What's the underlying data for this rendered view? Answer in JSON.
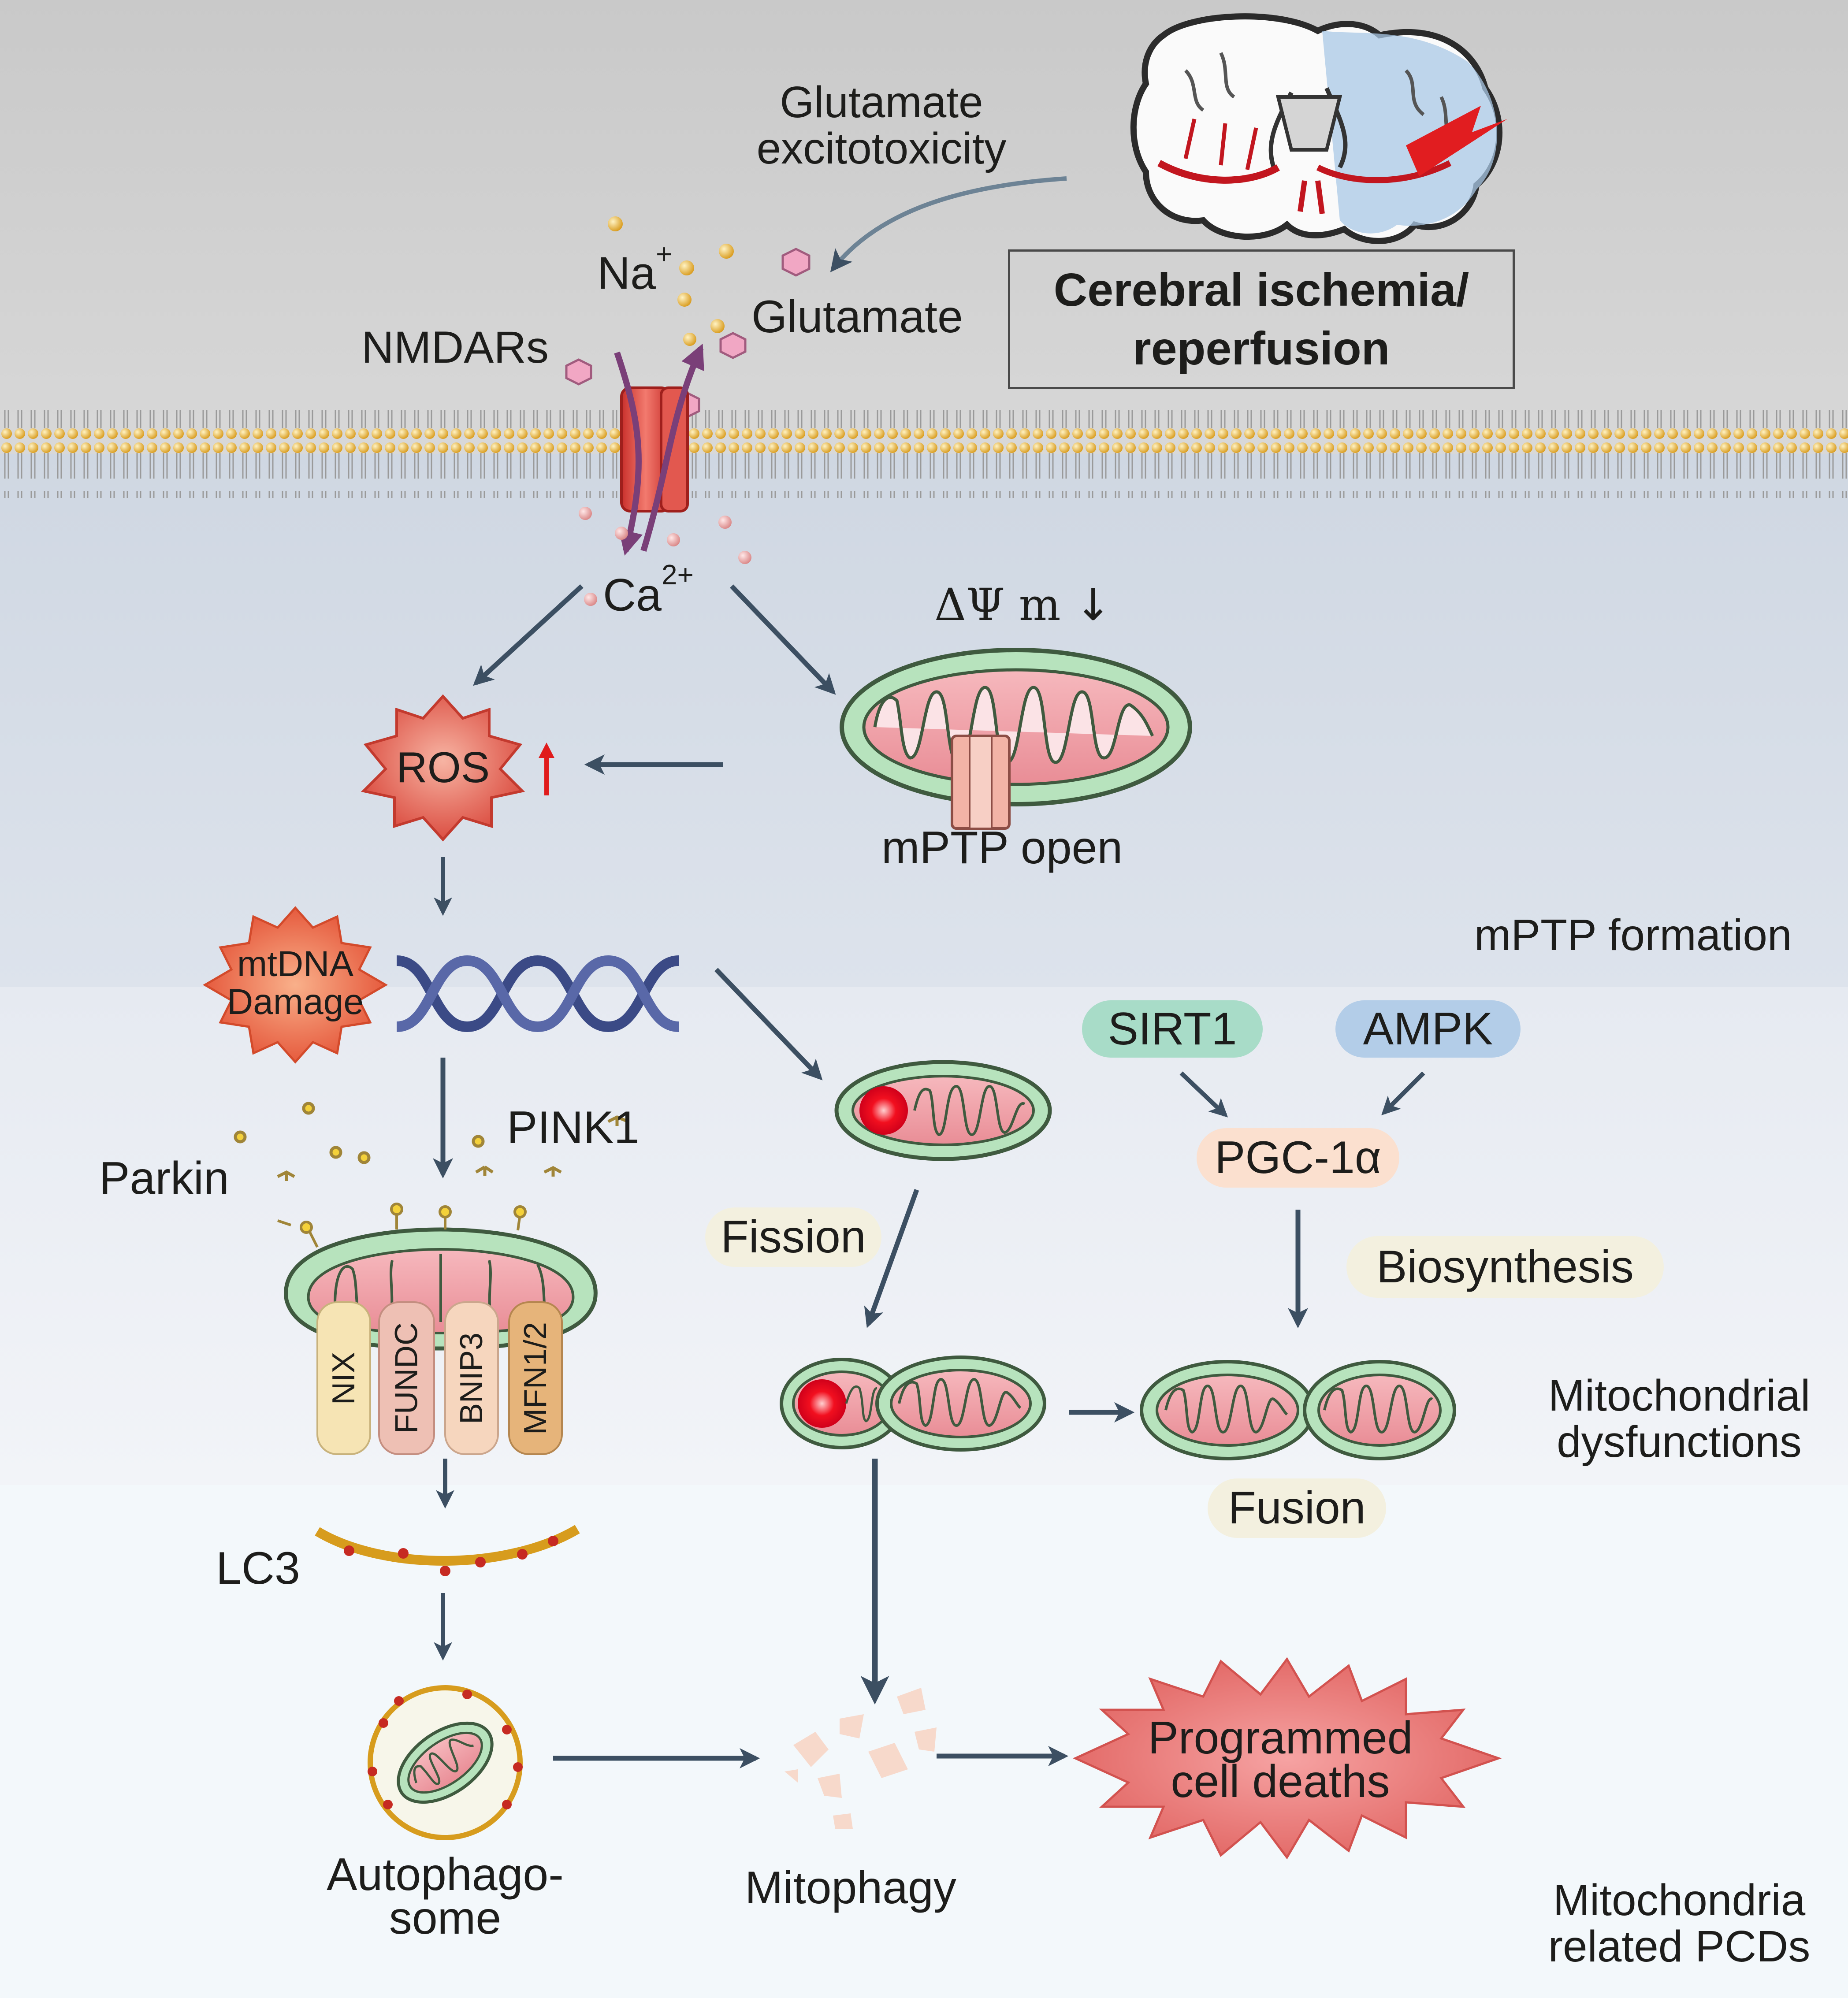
{
  "labels": {
    "glutamate_excitotoxicity_line1": "Glutamate",
    "glutamate_excitotoxicity_line2": "excitotoxicity",
    "na_base": "Na",
    "na_charge": "+",
    "glutamate": "Glutamate",
    "nmdars": "NMDARs",
    "title_line1": "Cerebral ischemia/",
    "title_line2": "reperfusion",
    "ca_base": "Ca",
    "ca_charge": "2+",
    "delta_psi_m": "ΔΨ m",
    "ros": "ROS",
    "mptp_open": "mPTP open",
    "mptp_formation": "mPTP formation",
    "mtdna_line1": "mtDNA",
    "mtdna_line2": "Damage",
    "sirt1": "SIRT1",
    "ampk": "AMPK",
    "pgc1a": "PGC-1α",
    "pink1": "PINK1",
    "parkin": "Parkin",
    "fission": "Fission",
    "biosynthesis": "Biosynthesis",
    "receptors": [
      "NIX",
      "FUNDC",
      "BNIP3",
      "MFN1/2"
    ],
    "mito_dysfunction_line1": "Mitochondrial",
    "mito_dysfunction_line2": "dysfunctions",
    "fusion": "Fusion",
    "lc3": "LC3",
    "pcd_line1": "Programmed",
    "pcd_line2": "cell deaths",
    "autophagosome_line1": "Autophago-",
    "autophagosome_line2": "some",
    "mitophagy": "Mitophagy",
    "mito_pcd_line1": "Mitochondria",
    "mito_pcd_line2": "related PCDs"
  },
  "colors": {
    "extracellular_bg": "#cfcfcf",
    "zone1_bg": "#d3dbe6",
    "zone2_bg": "#eef1f6",
    "zone3_bg": "#f3f8fb",
    "arrow": "#3c4f62",
    "membrane_head": "#e0a021",
    "mito_outer": "#9dd3a4",
    "mito_inner": "#f2a7ae",
    "sirt1_pill": "#a8dcc8",
    "ampk_pill": "#b3cde8",
    "pgc1a_pill": "#fbe0cf",
    "process_pill": "#f3f0df",
    "ros_star": "#e45a4b",
    "pcd_star": "#ee7775"
  },
  "icons": [
    "brain-icon",
    "nmdar-channel-icon",
    "dna-helix-icon",
    "mitochondrion-icon",
    "autophagosome-icon",
    "lipid-bilayer-icon"
  ]
}
